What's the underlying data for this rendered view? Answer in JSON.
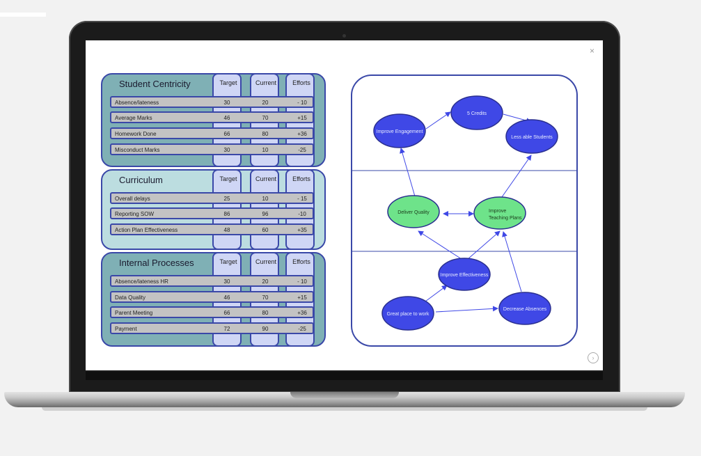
{
  "window": {
    "close_label": "×",
    "nav_label": "›"
  },
  "columns": {
    "target": "Target",
    "current": "Current",
    "efforts": "Efforts"
  },
  "panels": [
    {
      "title": "Student Centricity",
      "rows": [
        {
          "name": "Absence/lateness",
          "target": "30",
          "current": "20",
          "effort": "- 10"
        },
        {
          "name": "Average Marks",
          "target": "46",
          "current": "70",
          "effort": "+15"
        },
        {
          "name": "Homework Done",
          "target": "66",
          "current": "80",
          "effort": "+36"
        },
        {
          "name": "Misconduct Marks",
          "target": "30",
          "current": "10",
          "effort": "-25"
        }
      ]
    },
    {
      "title": "Curriculum",
      "rows": [
        {
          "name": "Overall delays",
          "target": "25",
          "current": "10",
          "effort": "- 15"
        },
        {
          "name": "Reporting SOW",
          "target": "86",
          "current": "96",
          "effort": "-10"
        },
        {
          "name": "Action Plan Effectiveness",
          "target": "48",
          "current": "60",
          "effort": "+35"
        }
      ]
    },
    {
      "title": "Internal Processes",
      "rows": [
        {
          "name": "Absence/lateness HR",
          "target": "30",
          "current": "20",
          "effort": "- 10"
        },
        {
          "name": "Data Quality",
          "target": "46",
          "current": "70",
          "effort": "+15"
        },
        {
          "name": "Parent Meeting",
          "target": "66",
          "current": "80",
          "effort": "+36"
        },
        {
          "name": "Payment",
          "target": "72",
          "current": "90",
          "effort": "-25"
        }
      ]
    }
  ],
  "strategy_map": {
    "nodes": {
      "improve_engagement": "Improve Engagement",
      "credits": "5 Credits",
      "less_able": "Less able Students",
      "deliver_quality": "Deliver Quality",
      "teaching_plans_1": "Improve",
      "teaching_plans_2": "Teaching Plans",
      "effectiveness": "Improve Effectiveness",
      "great_place": "Great place to work",
      "decrease_absences": "Decrease Absences"
    },
    "colors": {
      "blue_node": "#3f48e6",
      "green_node": "#6ee38a",
      "border": "#3a48a8"
    }
  }
}
